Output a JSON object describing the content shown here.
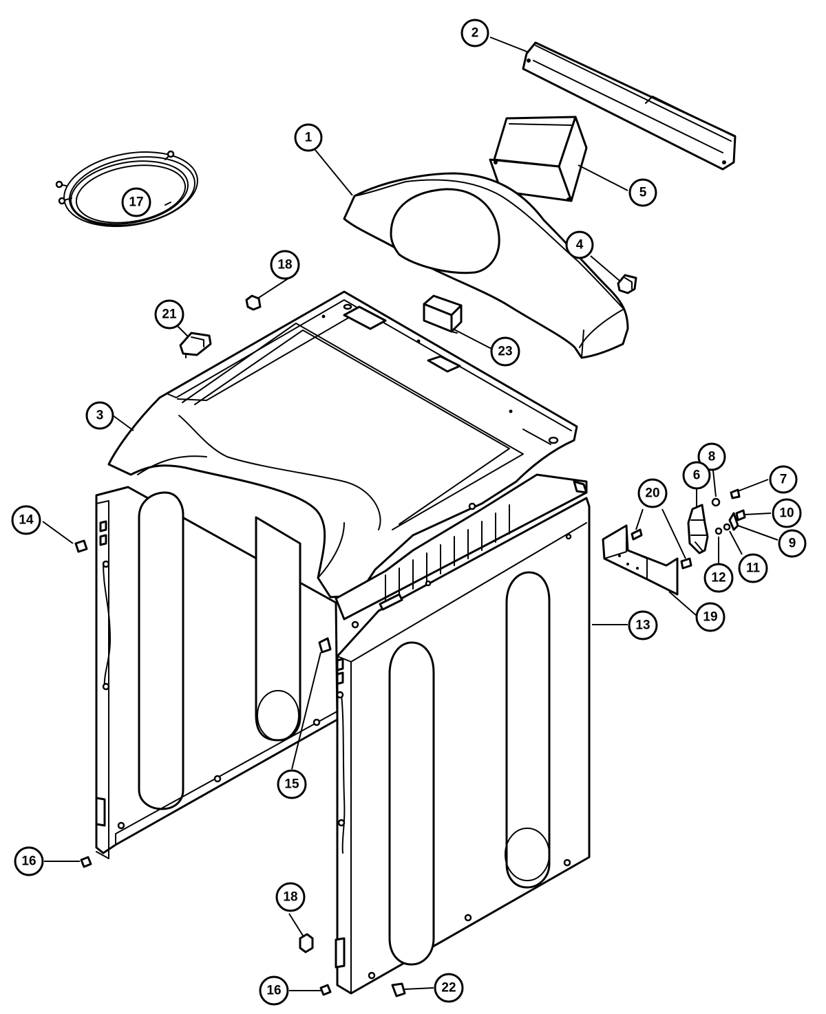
{
  "callouts": [
    {
      "id": "c1",
      "label": "1"
    },
    {
      "id": "c2",
      "label": "2"
    },
    {
      "id": "c3",
      "label": "3"
    },
    {
      "id": "c4",
      "label": "4"
    },
    {
      "id": "c5",
      "label": "5"
    },
    {
      "id": "c6",
      "label": "6"
    },
    {
      "id": "c7",
      "label": "7"
    },
    {
      "id": "c8",
      "label": "8"
    },
    {
      "id": "c9",
      "label": "9"
    },
    {
      "id": "c10",
      "label": "10"
    },
    {
      "id": "c11",
      "label": "11"
    },
    {
      "id": "c12",
      "label": "12"
    },
    {
      "id": "c13",
      "label": "13"
    },
    {
      "id": "c14",
      "label": "14"
    },
    {
      "id": "c15",
      "label": "15"
    },
    {
      "id": "c16a",
      "label": "16"
    },
    {
      "id": "c16b",
      "label": "16"
    },
    {
      "id": "c17",
      "label": "17"
    },
    {
      "id": "c18a",
      "label": "18"
    },
    {
      "id": "c18b",
      "label": "18"
    },
    {
      "id": "c19",
      "label": "19"
    },
    {
      "id": "c20",
      "label": "20"
    },
    {
      "id": "c21",
      "label": "21"
    },
    {
      "id": "c22",
      "label": "22"
    },
    {
      "id": "c23",
      "label": "23"
    }
  ]
}
